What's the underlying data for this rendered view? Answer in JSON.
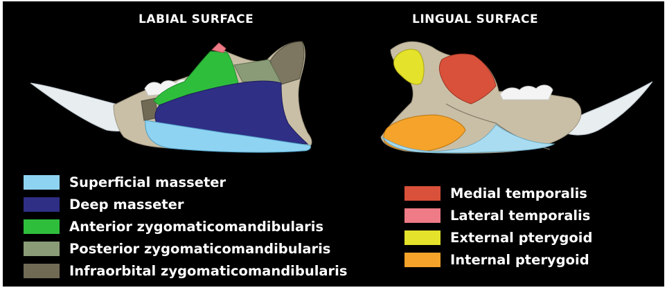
{
  "labial": {
    "title": "LABIAL SURFACE",
    "legend": [
      {
        "label": "Superficial masseter",
        "color": "#8fd3f2"
      },
      {
        "label": "Deep masseter",
        "color": "#2f2f86"
      },
      {
        "label": "Anterior zygomaticomandibularis",
        "color": "#2fbe3c"
      },
      {
        "label": "Posterior zygomaticomandibularis",
        "color": "#8a9c77"
      },
      {
        "label": "Infraorbital zygomaticomandibularis",
        "color": "#706a55"
      }
    ]
  },
  "lingual": {
    "title": "LINGUAL SURFACE",
    "legend": [
      {
        "label": "Medial temporalis",
        "color": "#d9513a"
      },
      {
        "label": "Lateral temporalis",
        "color": "#ee7b86"
      },
      {
        "label": "External pterygoid",
        "color": "#e4e22a"
      },
      {
        "label": "Internal pterygoid",
        "color": "#f5a32a"
      }
    ]
  },
  "colors": {
    "background": "#000000",
    "bone": "#c9bfa6",
    "incisor": "#e8edf0",
    "molar": "#f4f4f4"
  }
}
